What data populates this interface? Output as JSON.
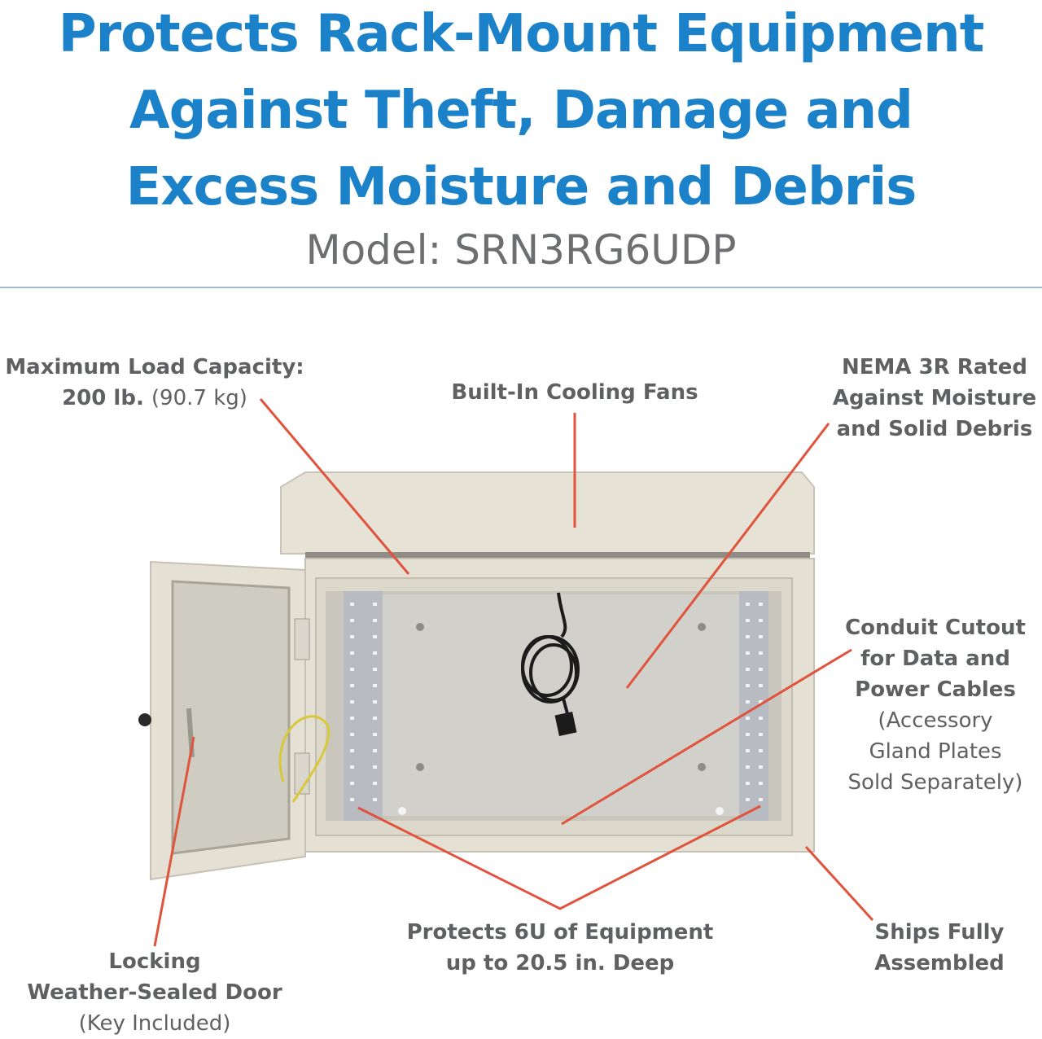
{
  "headline": {
    "line1": "Protects Rack-Mount Equipment",
    "line2": "Against Theft, Damage and",
    "line3": "Excess Moisture and Debris"
  },
  "model": "Model: SRN3RG6UDP",
  "callouts": {
    "load": {
      "line1": "Maximum Load Capacity:",
      "line2_bold": "200 lb.",
      "line2_normal": "(90.7 kg)"
    },
    "fans": {
      "line1": "Built-In Cooling Fans"
    },
    "nema": {
      "line1": "NEMA 3R Rated",
      "line2": "Against Moisture",
      "line3": "and Solid Debris"
    },
    "conduit": {
      "line1": "Conduit Cutout",
      "line2": "for Data and",
      "line3": "Power Cables",
      "line4": "(Accessory",
      "line5": "Gland Plates",
      "line6": "Sold Separately)"
    },
    "protects": {
      "line1": "Protects 6U of Equipment",
      "line2": "up to 20.5 in. Deep"
    },
    "ships": {
      "line1": "Ships Fully",
      "line2": "Assembled"
    },
    "door": {
      "line1": "Locking",
      "line2": "Weather-Sealed Door",
      "line3": "(Key Included)"
    }
  },
  "colors": {
    "headline": "#1b82c9",
    "leader": "#e0533c",
    "enclosure": "#e4e0d4",
    "text": "#5f6062"
  }
}
